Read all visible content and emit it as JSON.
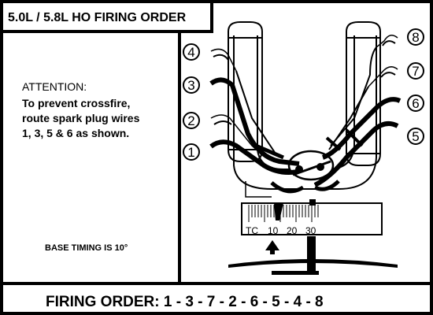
{
  "header": {
    "title": "5.0L / 5.8L HO FIRING ORDER"
  },
  "attention": {
    "heading": "ATTENTION:",
    "lines": [
      "To prevent crossfire,",
      "route spark plug wires",
      "1, 3, 5 & 6 as shown."
    ]
  },
  "base_timing": "BASE TIMING IS 10°",
  "firing_order": "FIRING ORDER: 1 - 3 - 7 - 2 - 6 - 5 - 4 - 8",
  "cylinders": {
    "left": [
      "4",
      "3",
      "2",
      "1"
    ],
    "right": [
      "8",
      "7",
      "6",
      "5"
    ]
  },
  "timing_scale": {
    "labels": [
      "TC",
      "10",
      "20",
      "30"
    ]
  }
}
